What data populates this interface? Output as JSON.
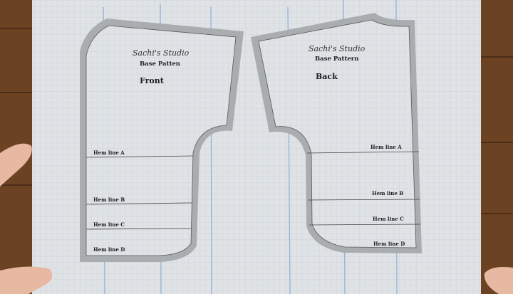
{
  "front": {
    "studio": "Sachi's Studio",
    "subtitle": "Base Patten",
    "title": "Front",
    "hem_lines": [
      "Hem line A",
      "Hem line B",
      "Hem line C",
      "Hem line D"
    ]
  },
  "back": {
    "studio": "Sachi's Studio",
    "subtitle": "Base Pattern",
    "title": "Back",
    "hem_lines": [
      "Hem line A",
      "Hem line B",
      "Hem line C",
      "Hem line D"
    ]
  },
  "colors": {
    "wood": "#6b4222",
    "paper": "#dfe3e6",
    "band": "#a9adb0",
    "grid_blue": "#7fa6d6"
  }
}
